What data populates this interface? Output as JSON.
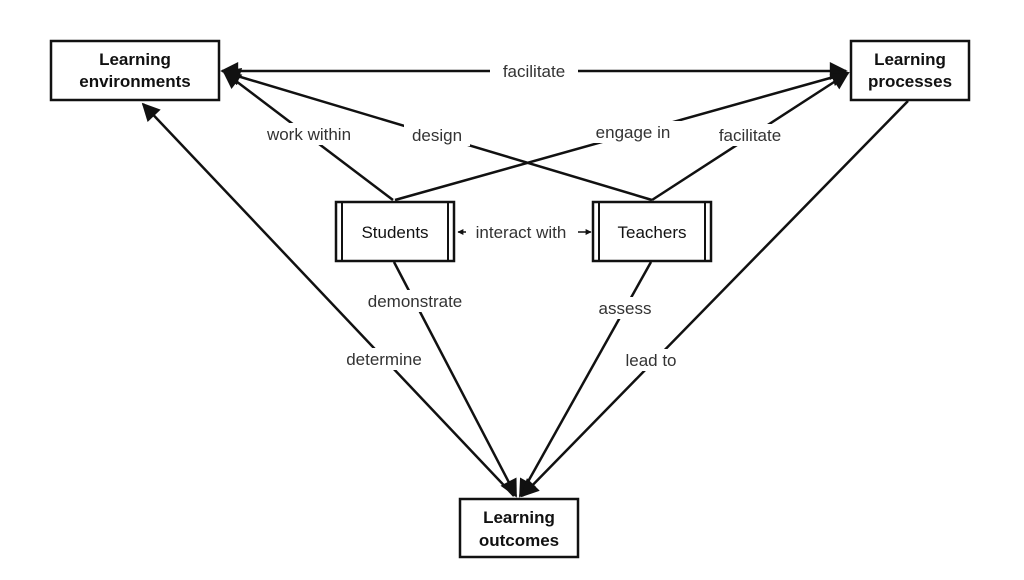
{
  "nodes": {
    "learning_environments": {
      "line1": "Learning",
      "line2": "environments"
    },
    "learning_processes": {
      "line1": "Learning",
      "line2": "processes"
    },
    "learning_outcomes": {
      "line1": "Learning",
      "line2": "outcomes"
    },
    "students": {
      "label": "Students"
    },
    "teachers": {
      "label": "Teachers"
    }
  },
  "edges": {
    "env_proc_facilitate": "facilitate",
    "students_env_work_within": "work within",
    "teachers_env_design": "design",
    "students_proc_engage_in": "engage in",
    "teachers_proc_facilitate": "facilitate",
    "students_teachers_interact_with": "interact with",
    "students_outcomes_demonstrate": "demonstrate",
    "teachers_outcomes_assess": "assess",
    "outcomes_env_determine": "determine",
    "proc_outcomes_lead_to": "lead to"
  },
  "colors": {
    "line": "#111111",
    "label": "#333333",
    "background": "#ffffff"
  }
}
